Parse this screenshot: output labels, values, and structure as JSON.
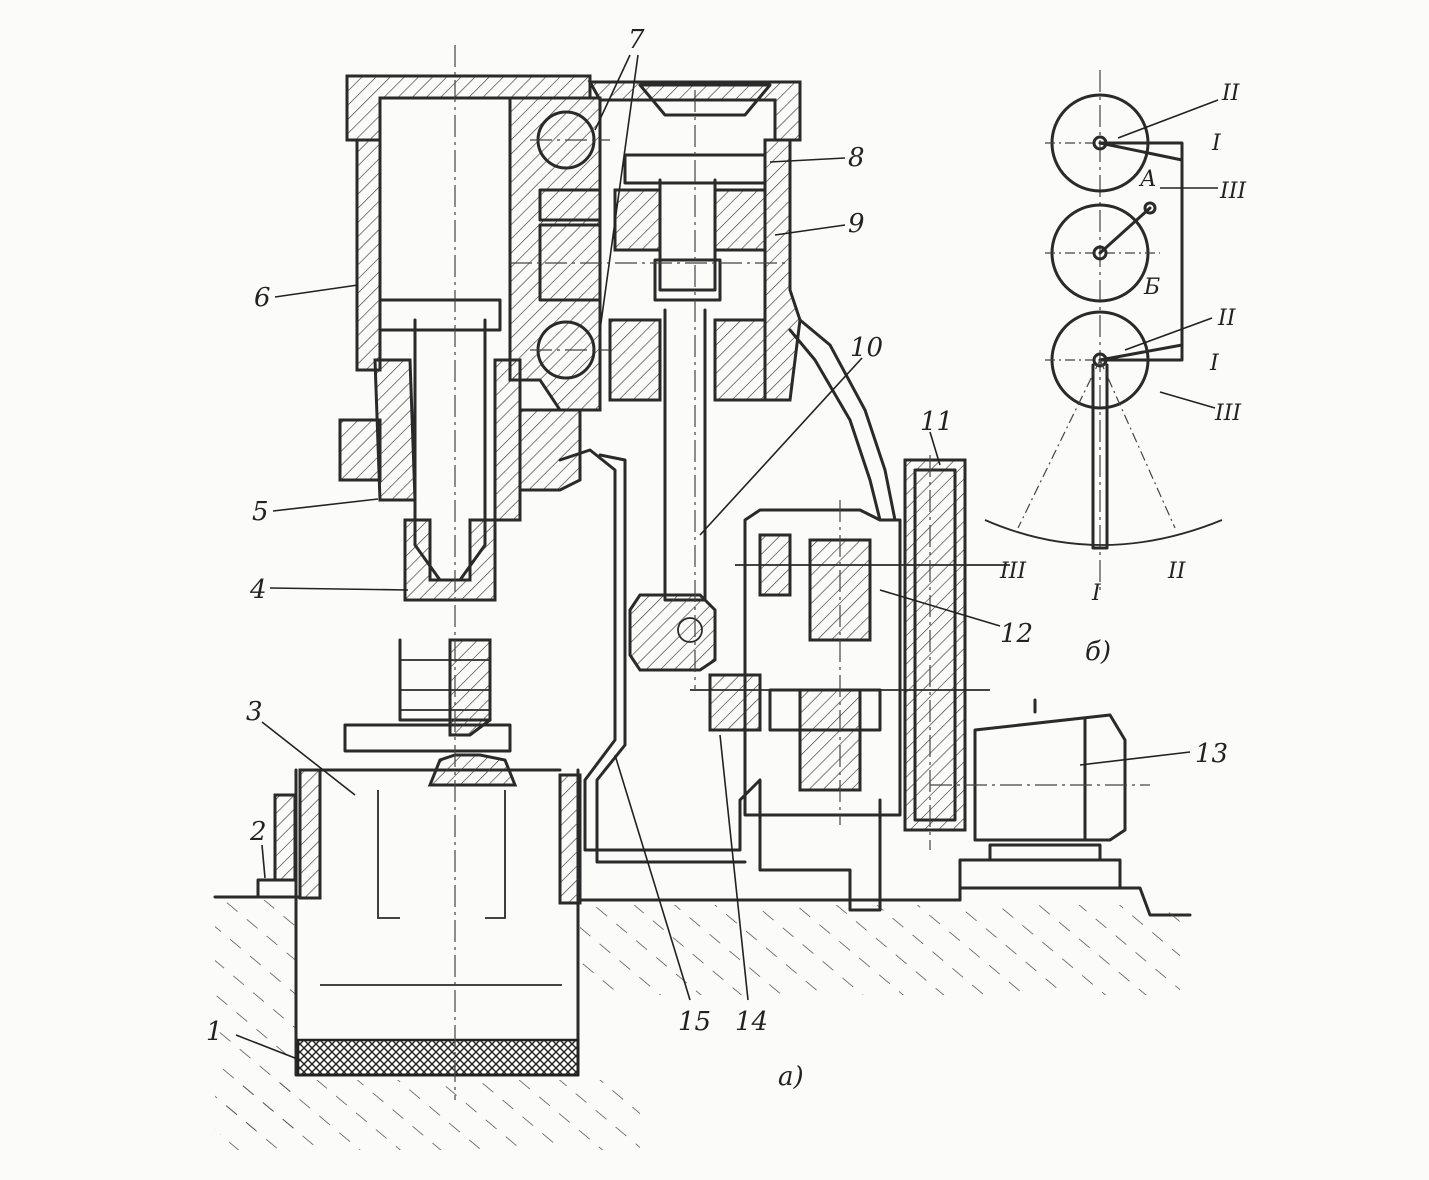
{
  "figure": {
    "callouts": [
      "1",
      "2",
      "3",
      "4",
      "5",
      "6",
      "7",
      "8",
      "9",
      "10",
      "11",
      "12",
      "13",
      "14",
      "15"
    ],
    "subfigure_a": "а)",
    "subfigure_b": "б)",
    "schematic_b": {
      "position_labels": {
        "pos_II_top": "II",
        "pos_I_top": "I",
        "pos_III_top": "III",
        "point_A": "А",
        "point_B": "Б",
        "pos_II_mid": "II",
        "pos_I_mid": "I",
        "pos_III_mid": "III",
        "arc_III": "III",
        "arc_I": "I",
        "arc_II": "II"
      }
    }
  }
}
